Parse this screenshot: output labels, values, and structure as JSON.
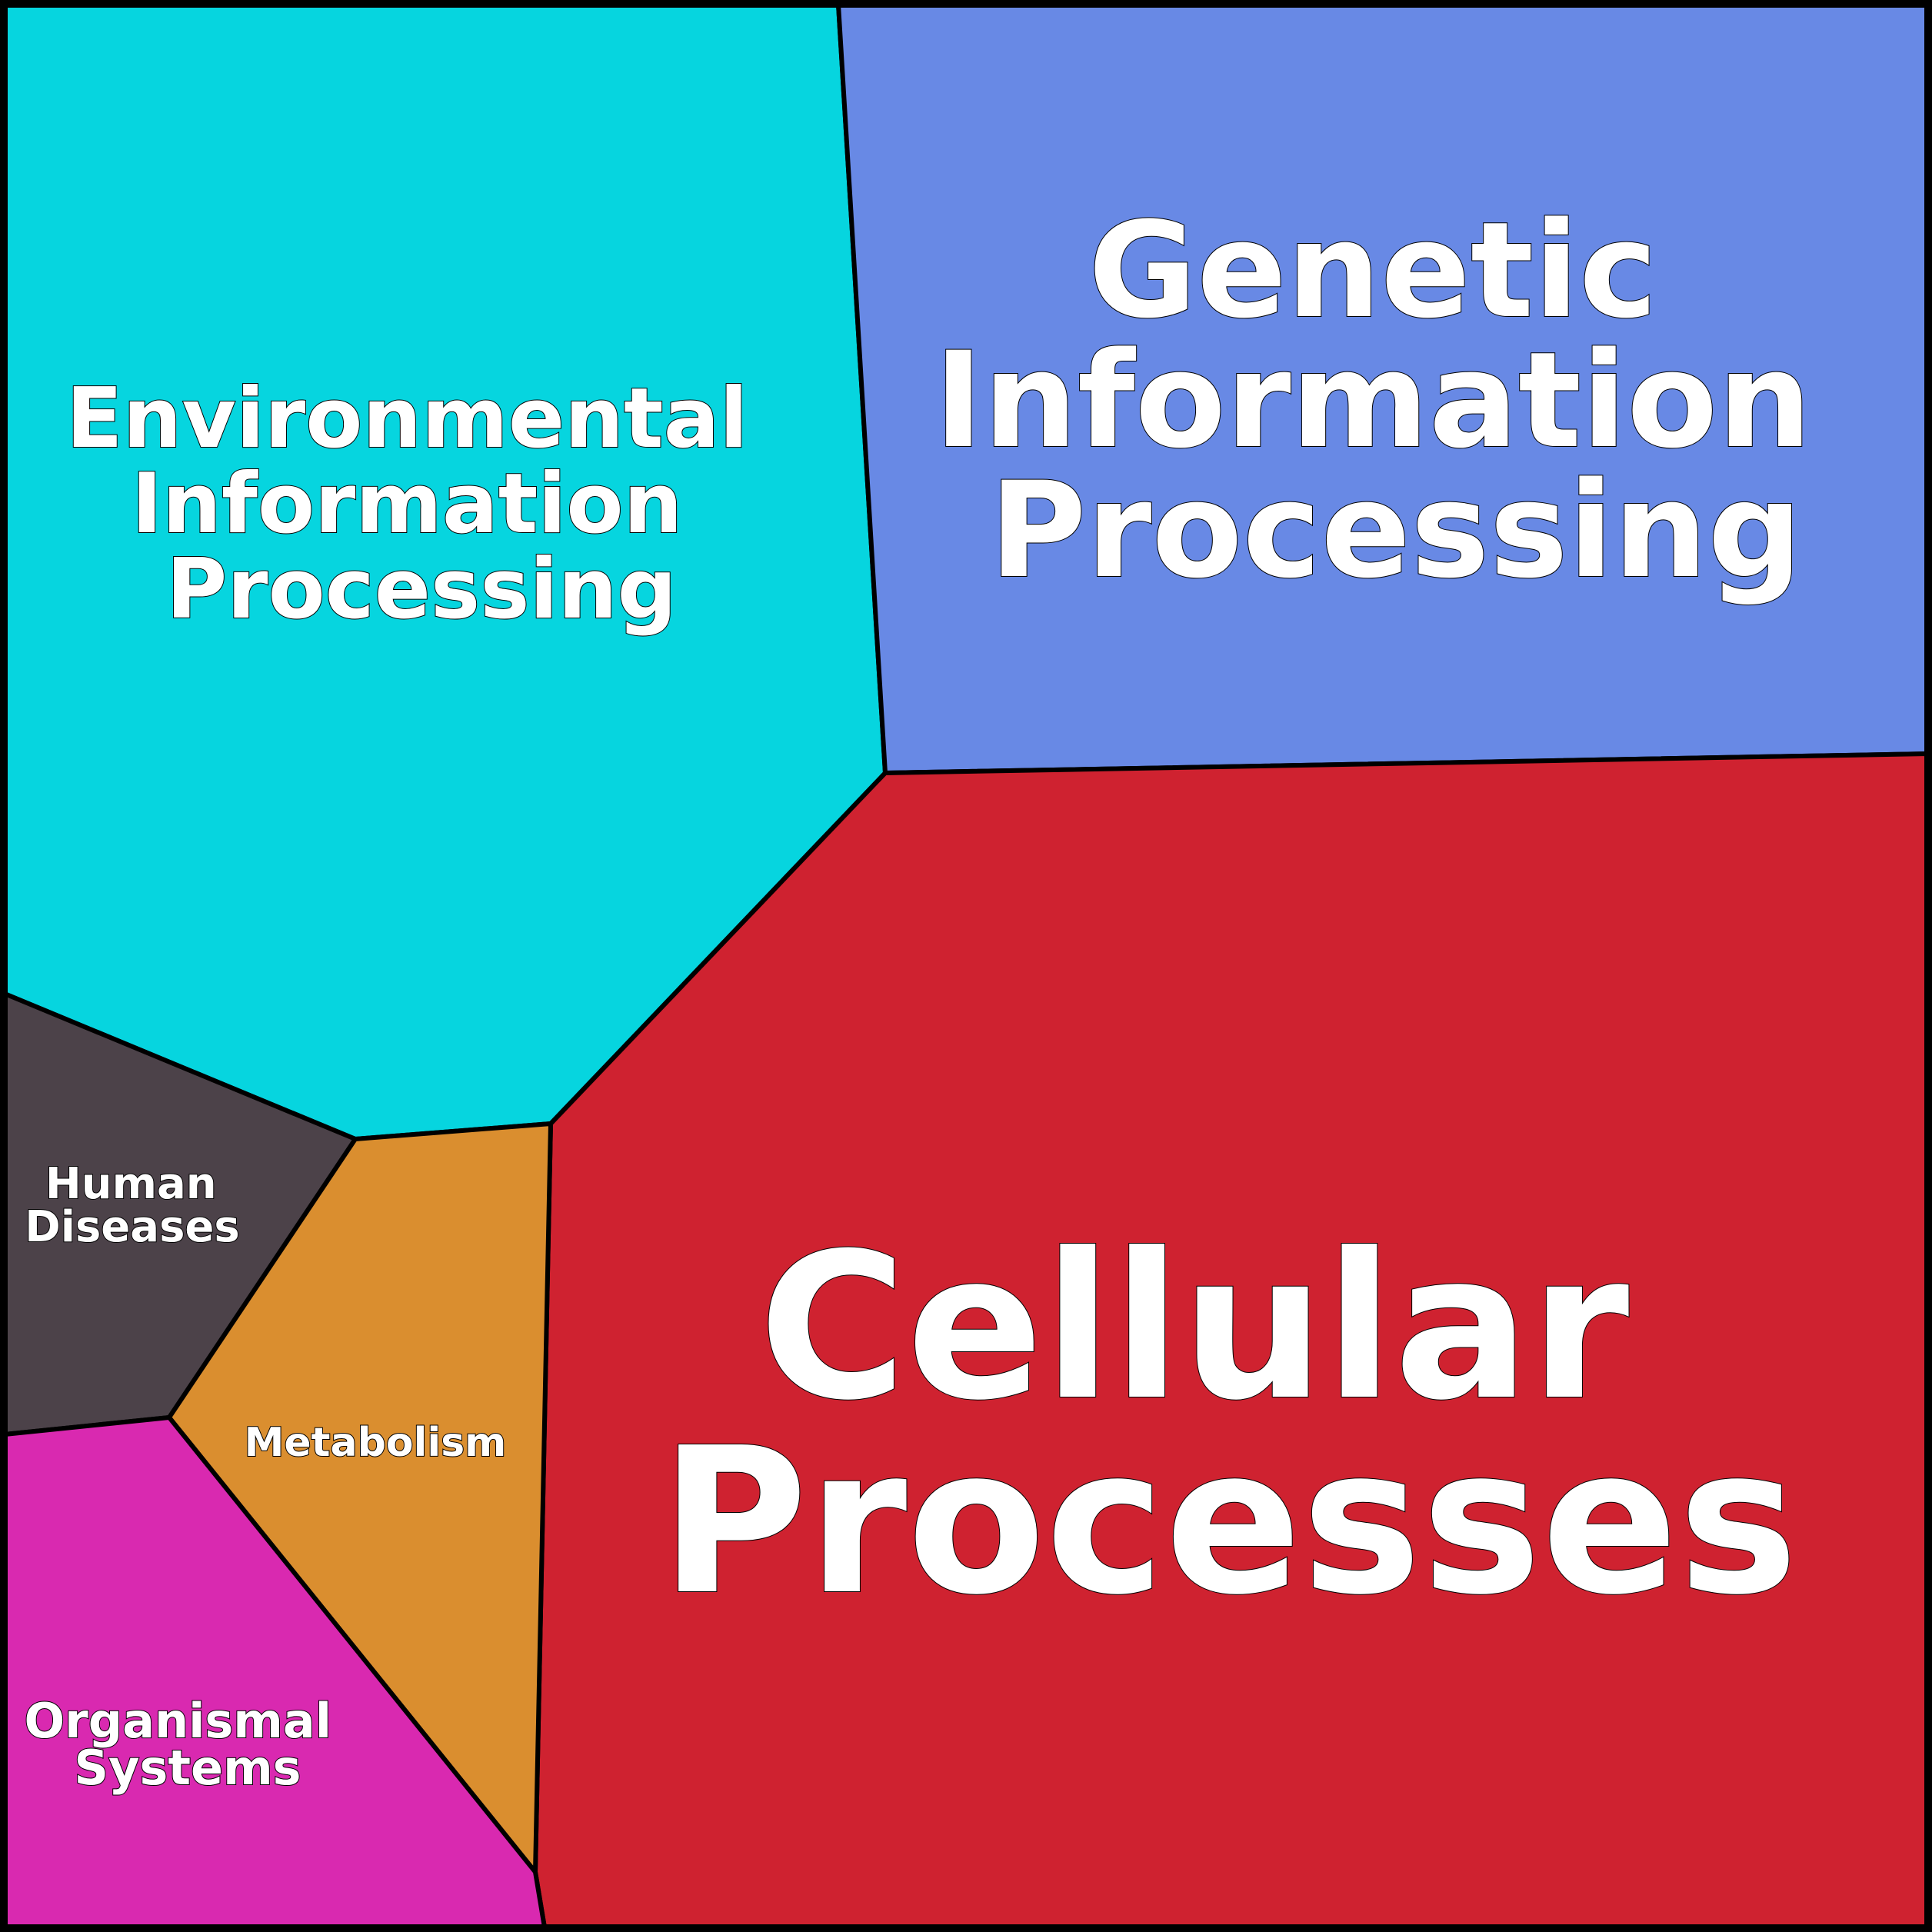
{
  "diagram": {
    "type": "voronoi-treemap",
    "cells": [
      {
        "id": "environmental",
        "lines": [
          "Environmental",
          "Information",
          "Processing"
        ],
        "color": "#06d5df"
      },
      {
        "id": "genetic",
        "lines": [
          "Genetic",
          "Information",
          "Processing"
        ],
        "color": "#6889e5"
      },
      {
        "id": "cellular",
        "lines": [
          "Cellular",
          "Processes"
        ],
        "color": "#cf2230"
      },
      {
        "id": "human-diseases",
        "lines": [
          "Human",
          "Diseases"
        ],
        "color": "#4c4249"
      },
      {
        "id": "metabolism",
        "lines": [
          "Metabolism"
        ],
        "color": "#da8e2f"
      },
      {
        "id": "organismal",
        "lines": [
          "Organismal",
          "Systems"
        ],
        "color": "#d929b0"
      }
    ]
  }
}
